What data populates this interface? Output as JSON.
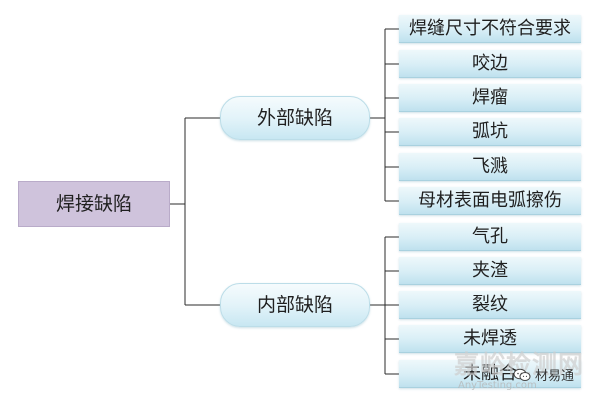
{
  "diagram": {
    "root": {
      "label": "焊接缺陷"
    },
    "groups": [
      {
        "label": "外部缺陷",
        "items": [
          "焊缝尺寸不符合要求",
          "咬边",
          "焊瘤",
          "弧坑",
          "飞溅",
          "母材表面电弧擦伤"
        ]
      },
      {
        "label": "内部缺陷",
        "items": [
          "气孔",
          "夹渣",
          "裂纹",
          "未焊透",
          "未融合"
        ]
      }
    ]
  },
  "watermark": {
    "site_name": "嘉峪检测网",
    "site_url": "AnyTesting.com",
    "account_name": "材易通",
    "account_icon": "wechat-icon"
  },
  "colors": {
    "root_fill": "#cfc3dc",
    "group_fill": "#d9eef6",
    "leaf_fill": "#d0eaf4",
    "line": "#2b2b2b"
  }
}
